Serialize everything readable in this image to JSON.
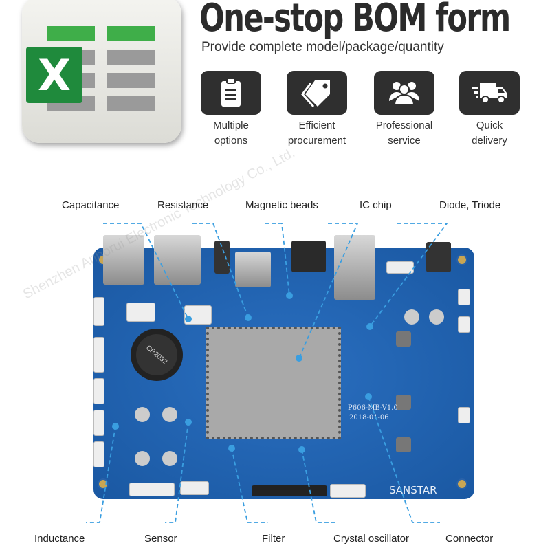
{
  "header": {
    "title": "One-stop BOM form",
    "subtitle": "Provide complete model/package/quantity"
  },
  "app_icon": {
    "name": "excel-icon",
    "letter": "X",
    "accent": "#1f8a3c"
  },
  "features": [
    {
      "icon": "clipboard-icon",
      "line1": "Multiple",
      "line2": "options"
    },
    {
      "icon": "price-tag-icon",
      "line1": "Efficient",
      "line2": "procurement"
    },
    {
      "icon": "people-group-icon",
      "line1": "Professional",
      "line2": "service"
    },
    {
      "icon": "delivery-truck-icon",
      "line1": "Quick",
      "line2": "delivery"
    }
  ],
  "component_labels": {
    "top": [
      "Capacitance",
      "Resistance",
      "Magnetic beads",
      "IC chip",
      "Diode, Triode"
    ],
    "bottom": [
      "Inductance",
      "Sensor",
      "Filter",
      "Crystal oscillator",
      "Connector"
    ]
  },
  "board": {
    "color": "#1c5fa8",
    "battery": "CR2032",
    "model": "P606-MB-V1.0",
    "date": "2018-01-06",
    "brand": "SANSTAR"
  },
  "watermark": "Shenzhen Anborui Electronic Technology Co., Ltd.",
  "colors": {
    "leader_line": "#3a9ee0",
    "icon_box": "#2f2f2f"
  }
}
